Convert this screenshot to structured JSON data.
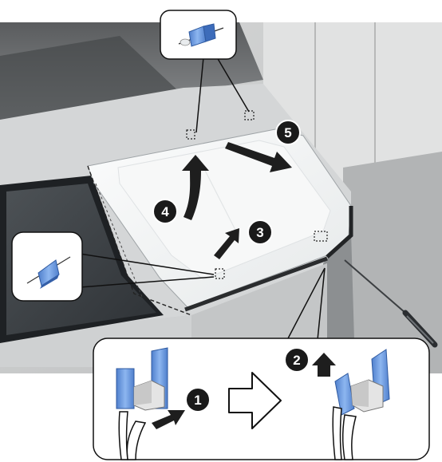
{
  "diagram": {
    "steps": [
      {
        "number": "1",
        "action": "push-arrow"
      },
      {
        "number": "2",
        "action": "lift-arrow"
      },
      {
        "number": "3",
        "action": "push-arrow"
      },
      {
        "number": "4",
        "action": "lift-arrow"
      },
      {
        "number": "5",
        "action": "pull-arrow"
      }
    ],
    "icons": [
      "screwdriver-icon",
      "hollow-arrow-icon",
      "hook-clip-icon",
      "latch-tab-icon"
    ],
    "colors": {
      "clip_blue": "#6b9be0",
      "step_badge": "#1a1a1a",
      "panel_white": "#f4f6f7",
      "scene_gray": "#c9cbcc"
    }
  }
}
